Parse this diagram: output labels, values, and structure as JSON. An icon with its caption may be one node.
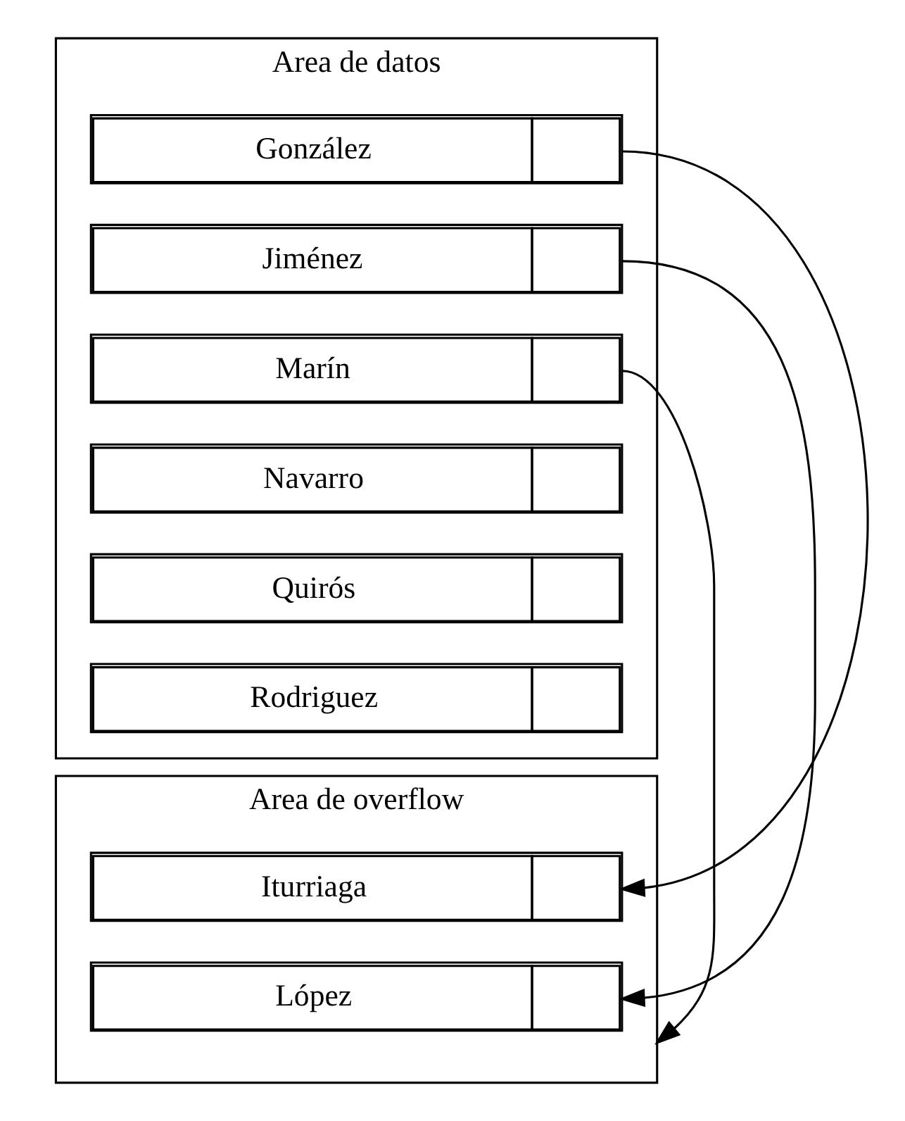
{
  "diagram": {
    "nodes": [
      {
        "text": [
          "Area de datos"
        ]
      },
      {
        "text": [
          "González"
        ],
        "in": 0
      },
      {
        "text": [
          "Jiménez"
        ],
        "in": 0
      },
      {
        "text": [
          "Marín"
        ],
        "in": 0
      },
      {
        "text": [
          "Navarro"
        ],
        "in": 0
      },
      {
        "text": [
          "Quirós"
        ],
        "in": 0
      },
      {
        "text": [
          "Rodriguez"
        ],
        "in": 0
      },
      {
        "text": [
          "Area de overflow"
        ]
      },
      {
        "text": [
          "Iturriaga"
        ],
        "in": 7
      },
      {
        "text": [
          "López"
        ],
        "in": 7
      }
    ],
    "edges": [
      {
        "from": 1,
        "to": 8,
        "arrow": "to"
      },
      {
        "from": 2,
        "to": 9,
        "arrow": "to"
      },
      {
        "from": 3,
        "to": 7,
        "arrow": "to"
      }
    ]
  }
}
